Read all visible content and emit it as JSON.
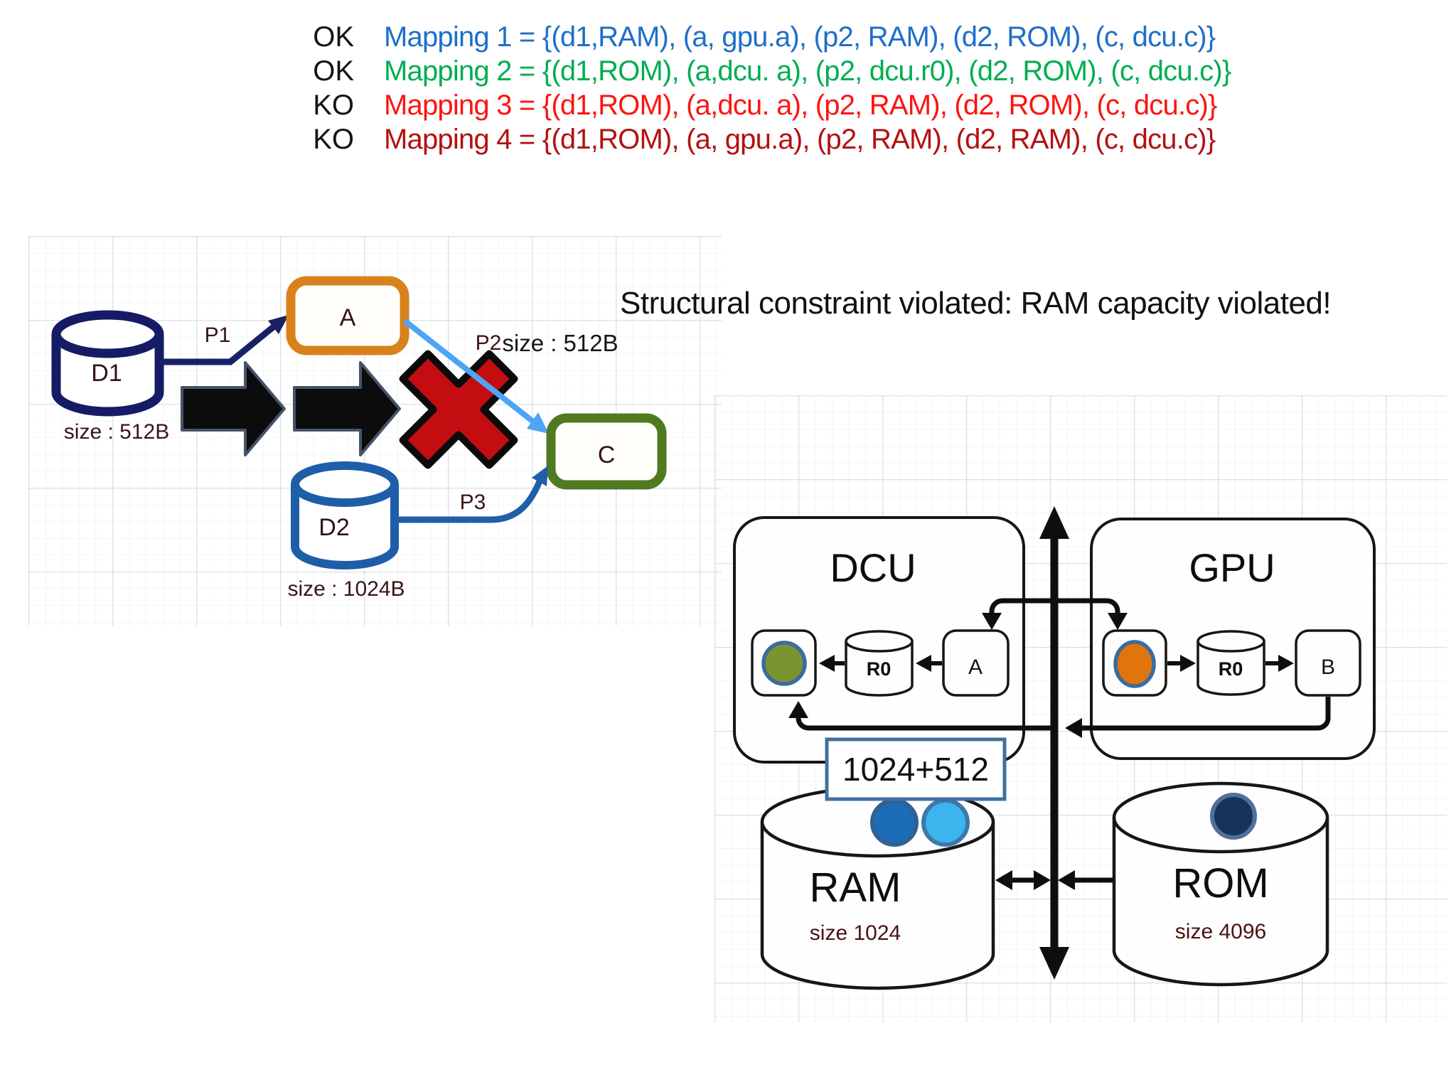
{
  "slide": {
    "background": "#ffffff"
  },
  "mapping_list": {
    "rows": [
      {
        "status": "OK",
        "text": "Mapping 1 = {(d1,RAM), (a, gpu.a), (p2, RAM), (d2, ROM), (c, dcu.c)}",
        "color": "#1d6fc9"
      },
      {
        "status": "OK",
        "text": "Mapping 2 = {(d1,ROM), (a,dcu. a), (p2, dcu.r0), (d2, ROM), (c, dcu.c)}",
        "color": "#00ad52"
      },
      {
        "status": "KO",
        "text": "Mapping 3 = {(d1,ROM), (a,dcu. a), (p2, RAM), (d2, ROM), (c, dcu.c)}",
        "color": "#fb1511"
      },
      {
        "status": "KO",
        "text": "Mapping 4 = {(d1,ROM), (a, gpu.a), (p2, RAM), (d2, RAM), (c, dcu.c)}",
        "color": "#b31112"
      }
    ]
  },
  "alert": {
    "text": "Structural constraint violated: RAM capacity violated!",
    "color": "#111111"
  },
  "flow_diagram": {
    "nodes": {
      "d1": {
        "label": "D1",
        "caption": "size : 512B",
        "stroke": "#161b66"
      },
      "d2": {
        "label": "D2",
        "caption": "size : 1024B",
        "stroke": "#1e5ea9"
      },
      "a": {
        "label": "A",
        "stroke": "#d9821b"
      },
      "c": {
        "label": "C",
        "stroke": "#4f7a22"
      }
    },
    "edges": {
      "p1": {
        "label": "P1",
        "color": "#1a2066"
      },
      "p2": {
        "label": "P2",
        "caption": "size : 512B",
        "color": "#4ca5f5"
      },
      "p3": {
        "label": "P3",
        "color": "#1f5fa8"
      }
    },
    "icons": {
      "cross": "red-cross-icon",
      "progress_arrows": "black-block-arrow-icon",
      "cross_color": "#c40d10",
      "block_arrow_outline": "#44546a"
    }
  },
  "hw_diagram": {
    "dcu": {
      "title": "DCU",
      "register_label": "R0",
      "port_label": "A",
      "token_color": "#7b942f"
    },
    "gpu": {
      "title": "GPU",
      "register_label": "R0",
      "port_label": "B",
      "token_color": "#e2740e"
    },
    "ram": {
      "label": "RAM",
      "caption": "size 1024",
      "annotation": "1024+512",
      "token_colors": [
        "#1b6db8",
        "#3cb4ec"
      ]
    },
    "rom": {
      "label": "ROM",
      "caption": "size 4096",
      "token_color": "#16335e"
    }
  }
}
